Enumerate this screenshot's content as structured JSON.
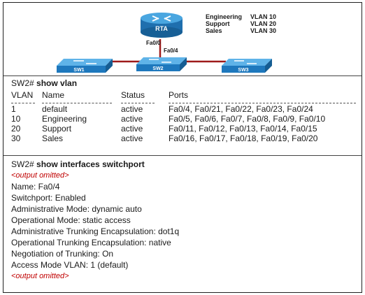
{
  "topology": {
    "router": {
      "name": "RTA",
      "port": "Fa0/0"
    },
    "uplink_port": "Fa0/4",
    "switches": [
      "SW1",
      "SW2",
      "SW3"
    ],
    "legend": [
      {
        "name": "Engineering",
        "vlan": "VLAN 10"
      },
      {
        "name": "Support",
        "vlan": "VLAN 20"
      },
      {
        "name": "Sales",
        "vlan": "VLAN 30"
      }
    ],
    "colors": {
      "device_blue": "#2f8fd0",
      "device_dark": "#175f96",
      "link_red": "#9e1b1b"
    }
  },
  "show_vlan": {
    "prompt": "SW2#",
    "command": "show vlan",
    "headers": [
      "VLAN",
      "Name",
      "Status",
      "Ports"
    ],
    "rows": [
      [
        "1",
        "default",
        "active",
        "Fa0/4, Fa0/21, Fa0/22, Fa0/23, Fa0/24"
      ],
      [
        "10",
        "Engineering",
        "active",
        "Fa0/5, Fa0/6, Fa0/7, Fa0/8, Fa0/9, Fa0/10"
      ],
      [
        "20",
        "Support",
        "active",
        "Fa0/11, Fa0/12, Fa0/13, Fa0/14, Fa0/15"
      ],
      [
        "30",
        "Sales",
        "active",
        "Fa0/16, Fa0/17, Fa0/18, Fa0/19, Fa0/20"
      ]
    ]
  },
  "show_switchport": {
    "prompt": "SW2#",
    "command": "show interfaces switchport",
    "omitted_top": "<output omitted>",
    "lines": [
      "Name: Fa0/4",
      "Switchport: Enabled",
      "Administrative Mode: dynamic auto",
      "Operational Mode: static access",
      "Administrative Trunking Encapsulation: dot1q",
      "Operational Trunking Encapsulation: native",
      "Negotiation of Trunking: On",
      "Access Mode VLAN: 1 (default)"
    ],
    "omitted_bottom": "<output omitted>",
    "omit_color": "#c00000"
  }
}
